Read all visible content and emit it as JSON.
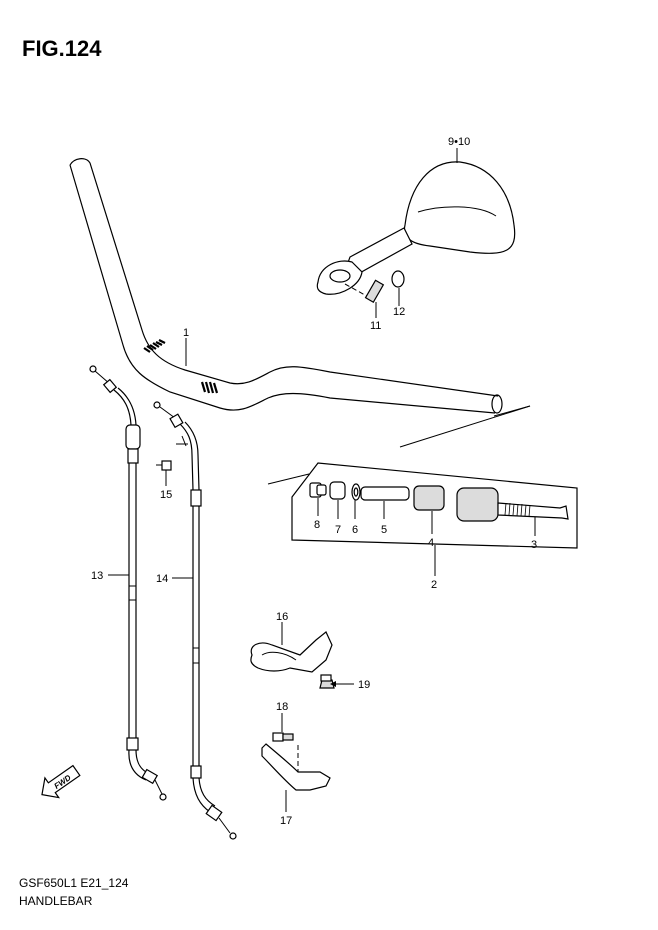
{
  "figure": {
    "title": "FIG.124",
    "model_code": "GSF650L1 E21_124",
    "caption": "HANDLEBAR"
  },
  "fwd_mark": "FWD",
  "callouts": [
    {
      "id": "1",
      "label": "1"
    },
    {
      "id": "2",
      "label": "2"
    },
    {
      "id": "3",
      "label": "3"
    },
    {
      "id": "4",
      "label": "4"
    },
    {
      "id": "5",
      "label": "5"
    },
    {
      "id": "6",
      "label": "6"
    },
    {
      "id": "7",
      "label": "7"
    },
    {
      "id": "8",
      "label": "8"
    },
    {
      "id": "9-10",
      "label": "9•10"
    },
    {
      "id": "11",
      "label": "11"
    },
    {
      "id": "12",
      "label": "12"
    },
    {
      "id": "13",
      "label": "13"
    },
    {
      "id": "14",
      "label": "14"
    },
    {
      "id": "15",
      "label": "15"
    },
    {
      "id": "16",
      "label": "16"
    },
    {
      "id": "17",
      "label": "17"
    },
    {
      "id": "18",
      "label": "18"
    },
    {
      "id": "19",
      "label": "19"
    }
  ]
}
